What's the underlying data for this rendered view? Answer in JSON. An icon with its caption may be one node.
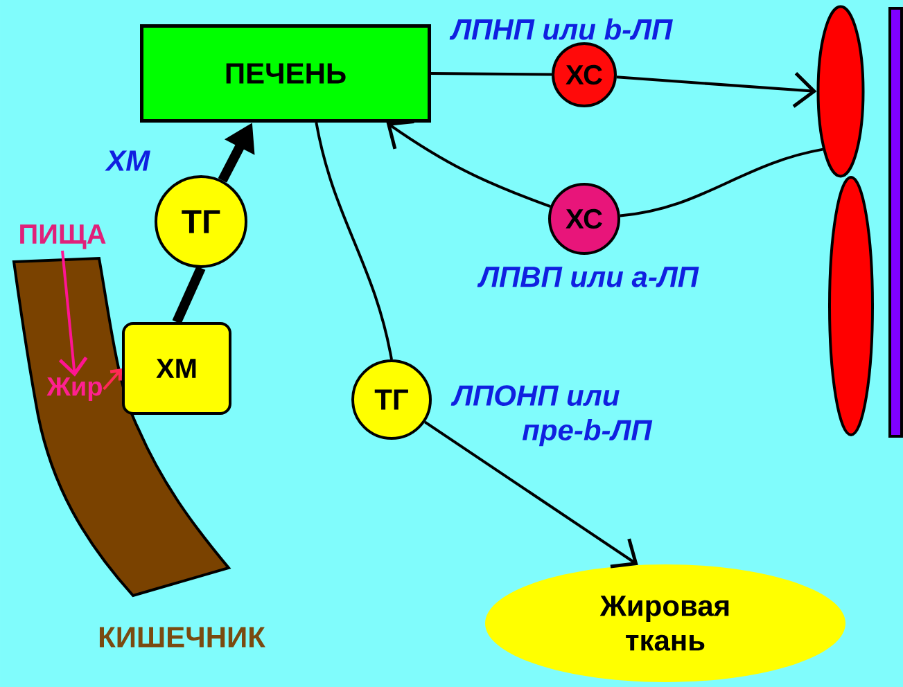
{
  "diagram": {
    "nodes": [
      {
        "text": [
          "ПЕЧЕНЬ"
        ]
      },
      {
        "text": [
          "ХС"
        ],
        "beside": [
          "ЛПНП или b-ЛП"
        ]
      },
      {
        "text": [],
        "shape": "ellipse"
      },
      {
        "text": [
          "ХС"
        ],
        "beside": [
          "ЛПВП  или а-ЛП"
        ]
      },
      {
        "text": [],
        "shape": "ellipse"
      },
      {
        "text": [
          "ТГ"
        ],
        "beside": [
          "ХМ"
        ]
      },
      {
        "text": [
          "ПИЩА"
        ]
      },
      {
        "text": [
          "КИШЕЧНИК"
        ]
      },
      {
        "text": [
          "Жир"
        ],
        "in": 7
      },
      {
        "text": [
          "ХМ"
        ]
      },
      {
        "text": [
          "ТГ"
        ],
        "beside": [
          "ЛПОНП или пре-b-ЛП"
        ]
      },
      {
        "text": [
          "Жировая ткань"
        ]
      }
    ],
    "edges": [
      {
        "from": 0,
        "to": 1,
        "arrow": "none"
      },
      {
        "from": 1,
        "to": 2,
        "arrow": "to"
      },
      {
        "from": 2,
        "to": 3,
        "arrow": "none"
      },
      {
        "from": 3,
        "to": 0,
        "arrow": "to"
      },
      {
        "from": 9,
        "to": 5,
        "arrow": "none",
        "style": "thick"
      },
      {
        "from": 5,
        "to": 0,
        "arrow": "to",
        "style": "thick"
      },
      {
        "from": 0,
        "to": 10,
        "arrow": "none"
      },
      {
        "from": 10,
        "to": 11,
        "arrow": "to"
      },
      {
        "from": 6,
        "to": 8,
        "arrow": "to",
        "color": "#ff1493"
      },
      {
        "from": 8,
        "to": 9,
        "arrow": "to",
        "color": "#ff2a55"
      }
    ]
  }
}
